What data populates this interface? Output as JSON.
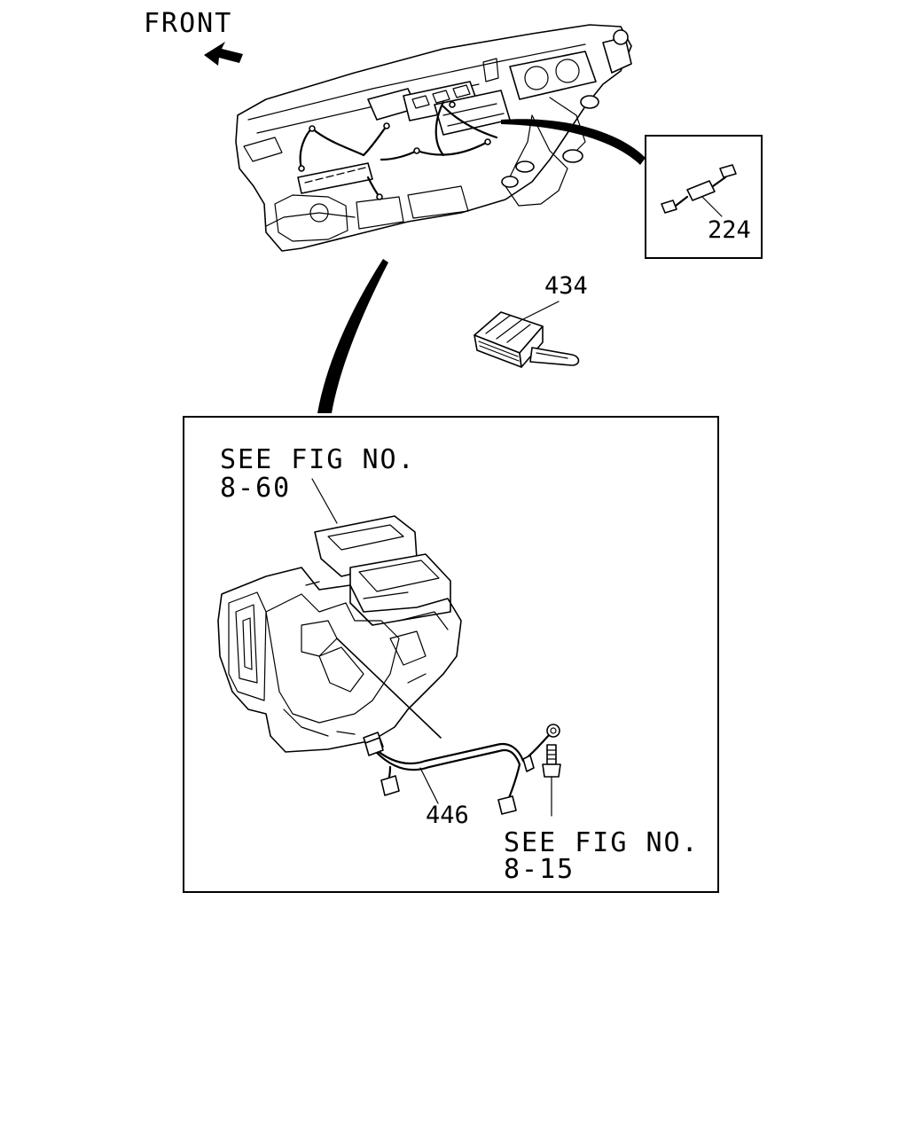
{
  "orientation": {
    "label": "FRONT",
    "icon": "arrow-left-icon"
  },
  "callouts": {
    "part_224": "224",
    "part_434": "434",
    "part_446": "446"
  },
  "references": {
    "top": {
      "line1": "SEE FIG NO.",
      "line2": "8-60"
    },
    "bottom": {
      "line1": "SEE FIG NO.",
      "line2": "8-15"
    }
  }
}
